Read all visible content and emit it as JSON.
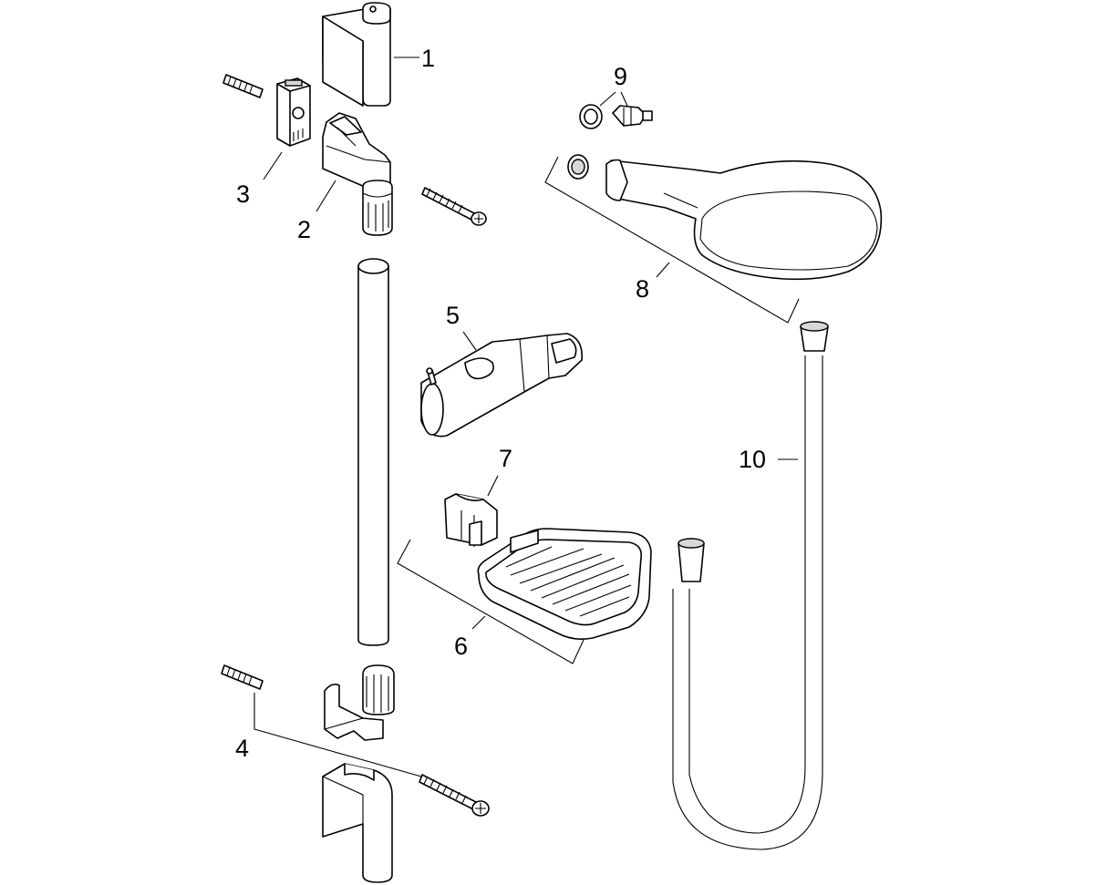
{
  "callouts": {
    "c1": "1",
    "c2": "2",
    "c3": "3",
    "c4": "4",
    "c5": "5",
    "c6": "6",
    "c7": "7",
    "c8": "8",
    "c9": "9",
    "c10": "10"
  },
  "colors": {
    "line": "#000000",
    "background": "#ffffff",
    "shade": "#d8d8d8"
  },
  "icons": [
    "wall-bar-cover",
    "upper-bracket",
    "wall-plug",
    "mounting-plate",
    "screw",
    "slide-rail-bar",
    "shower-holder",
    "soap-dish",
    "soap-dish-clip",
    "hand-shower",
    "filter-parts",
    "shower-hose",
    "lower-bracket",
    "lower-cover"
  ]
}
